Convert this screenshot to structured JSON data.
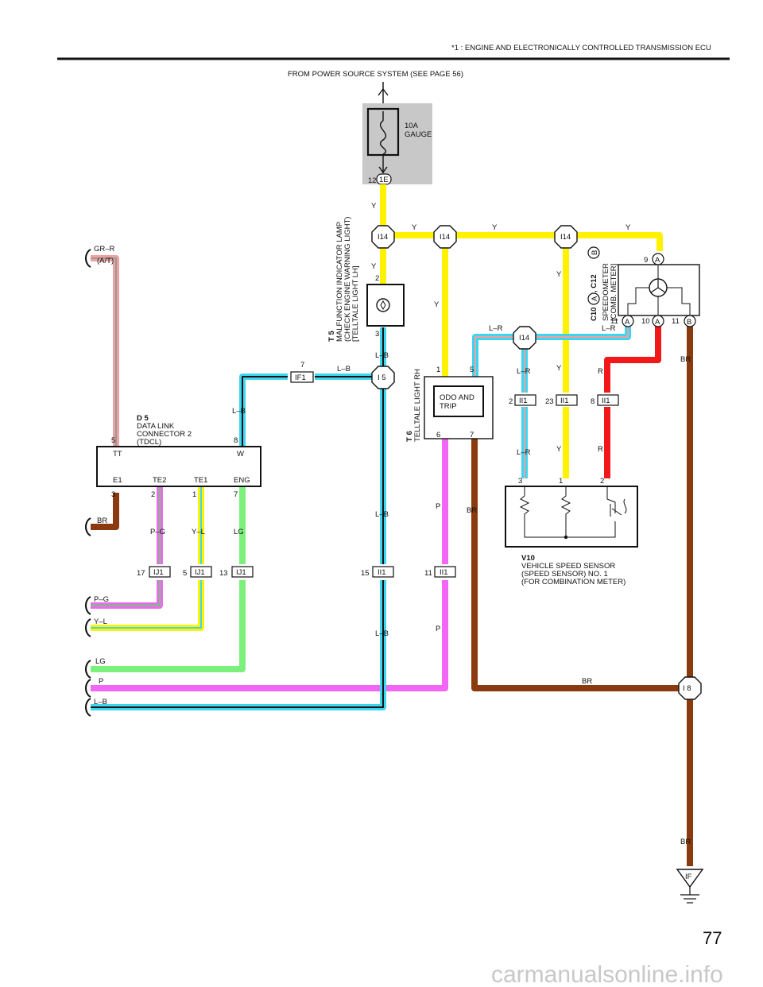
{
  "header": {
    "note": "*1 : ENGINE AND ELECTRONICALLY CONTROLLED TRANSMISSION ECU",
    "page_number": "77",
    "watermark": "carmanualsonline.info"
  },
  "power": {
    "source": "FROM POWER SOURCE SYSTEM (SEE PAGE 56)",
    "fuse_rating": "10A",
    "fuse_name": "GAUGE",
    "pin": "12",
    "connector": "1E"
  },
  "colors": {
    "Y": "#f2e21a",
    "Y_wire": "#fff200",
    "BR": "#8b3a0f",
    "R": "#f01818",
    "P": "#f266f5",
    "LG": "#7cf07c",
    "cyan": "#3cd6f0",
    "pink": "#f0a0a0",
    "green": "#5cd65c",
    "fuse_bg": "#c8c8c8"
  },
  "splices": {
    "i14": "I14",
    "i5": "I 5",
    "i8": "I 8"
  },
  "ground": "IF",
  "labels": {
    "Y": "Y",
    "LB": "L–B",
    "LR": "L–R",
    "BR": "BR",
    "R": "R",
    "P": "P",
    "LG": "LG",
    "PG": "P–G",
    "YL": "Y–L",
    "GRR": "GR–R",
    "AT": "(A/T)"
  },
  "t5": {
    "code": "T 5",
    "line1": "MALFUNCTION INDICATOR LAMP",
    "line2": "(CHECK ENGINE WARNING LIGHT)",
    "line3": "[TELLTALE LIGHT LH]",
    "pin_top": "2",
    "pin_bottom": "3"
  },
  "t6": {
    "code": "T 6",
    "name": "TELLTALE LIGHT RH",
    "box_line1": "ODO AND",
    "box_line2": "TRIP",
    "pin1": "1",
    "pin5": "5",
    "pin6": "6",
    "pin7": "7"
  },
  "meter": {
    "code": "C10",
    "sep": ", C12",
    "conn_a": "A",
    "conn_b": "B",
    "name1": "SPEEDOMETER",
    "name2": "[COMB. METER]",
    "pin9": "9",
    "pin11a": "11",
    "pin10": "10",
    "pin11b": "11"
  },
  "d5": {
    "code": "D 5",
    "line1": "DATA LINK",
    "line2": "CONNECTOR 2",
    "line3": "(TDCL)",
    "term_tt": "TT",
    "term_w": "W",
    "term_e1": "E1",
    "term_te2": "TE2",
    "term_te1": "TE1",
    "term_eng": "ENG",
    "pin5": "5",
    "pin8": "8",
    "pin3": "3",
    "pin2": "2",
    "pin1": "1",
    "pin7": "7"
  },
  "v10": {
    "code": "V10",
    "line1": "VEHICLE SPEED SENSOR",
    "line2": "(SPEED SENSOR) NO. 1",
    "line3": "(FOR COMBINATION METER)",
    "pin3": "3",
    "pin1": "1",
    "pin2": "2"
  },
  "connectors": {
    "if1": {
      "name": "IF1",
      "pin": "7"
    },
    "ij1_17": {
      "name": "IJ1",
      "pin": "17"
    },
    "ij1_5": {
      "name": "IJ1",
      "pin": "5"
    },
    "ij1_13": {
      "name": "IJ1",
      "pin": "13"
    },
    "ii1_15": {
      "name": "II1",
      "pin": "15"
    },
    "ii1_11": {
      "name": "II1",
      "pin": "11"
    },
    "ii1_2": {
      "name": "II1",
      "pin": "2"
    },
    "ii1_23": {
      "name": "II1",
      "pin": "23"
    },
    "ii1_8": {
      "name": "II1",
      "pin": "8"
    }
  }
}
